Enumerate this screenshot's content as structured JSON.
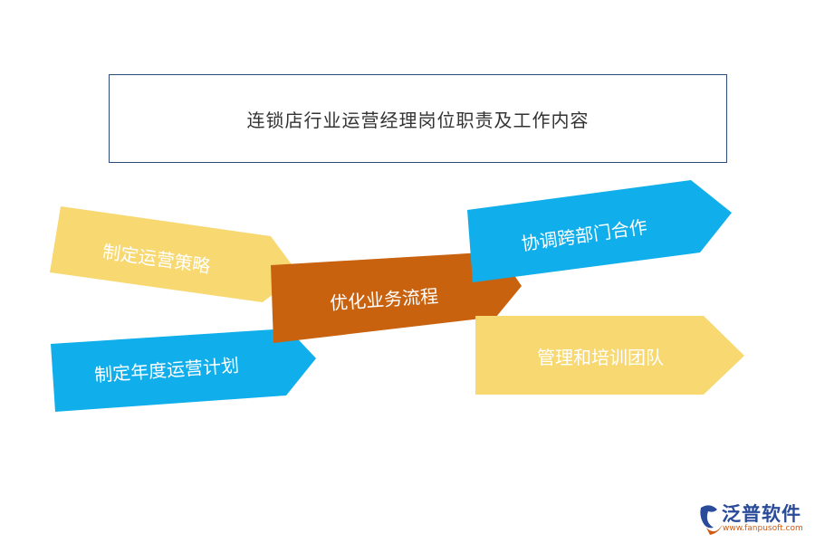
{
  "title": "连锁店行业运营经理岗位职责及工作内容",
  "colors": {
    "yellow": "#f7d871",
    "blue": "#10aeea",
    "brown": "#c9620f",
    "title_border": "#2e4a7a"
  },
  "arrows": [
    {
      "label": "制定运营策略",
      "color": "yellow"
    },
    {
      "label": "制定年度运营计划",
      "color": "blue"
    },
    {
      "label": "优化业务流程",
      "color": "brown"
    },
    {
      "label": "协调跨部门合作",
      "color": "blue"
    },
    {
      "label": "管理和培训团队",
      "color": "yellow"
    }
  ],
  "logo": {
    "name": "泛普软件",
    "url": "www.fanpusoft.com",
    "icon": "fanpu-logo-icon"
  }
}
